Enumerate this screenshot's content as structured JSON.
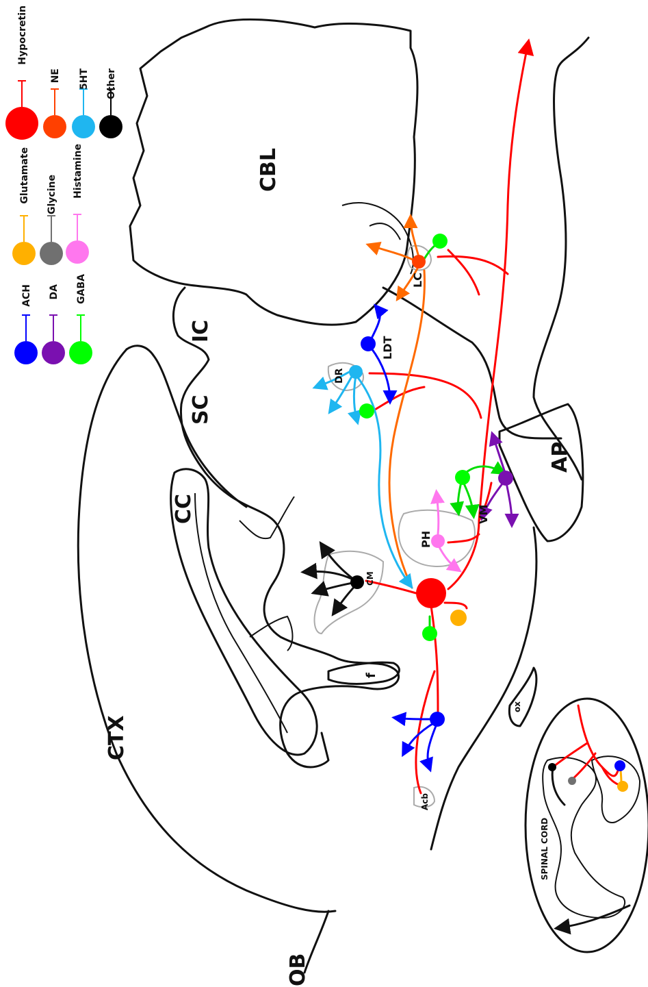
{
  "legend": [
    {
      "name": "Hypocretin",
      "color": "#ff0000"
    },
    {
      "name": "NE",
      "color": "#ff4000"
    },
    {
      "name": "5HT",
      "color": "#1fb6f0"
    },
    {
      "name": "Other",
      "color": "#000000"
    },
    {
      "name": "Glutamate",
      "color": "#ffb000"
    },
    {
      "name": "Glycine",
      "color": "#707070"
    },
    {
      "name": "Histamine",
      "color": "#ff77ee"
    },
    {
      "name": "ACH",
      "color": "#0000ff"
    },
    {
      "name": "DA",
      "color": "#7a10b0"
    },
    {
      "name": "GABA",
      "color": "#00ff00"
    }
  ],
  "regions": {
    "cbl": "CBL",
    "ic": "IC",
    "sc": "SC",
    "cc": "CC",
    "ctx": "CTX",
    "ob": "OB",
    "ap": "AP",
    "f": "f",
    "ox": "ox",
    "lc": "LC",
    "ldt": "LDT",
    "dr": "DR",
    "vm": "VM",
    "ph": "PH",
    "cm": "CM",
    "acb": "Acb",
    "spinal_cord": "SPINAL CORD"
  }
}
